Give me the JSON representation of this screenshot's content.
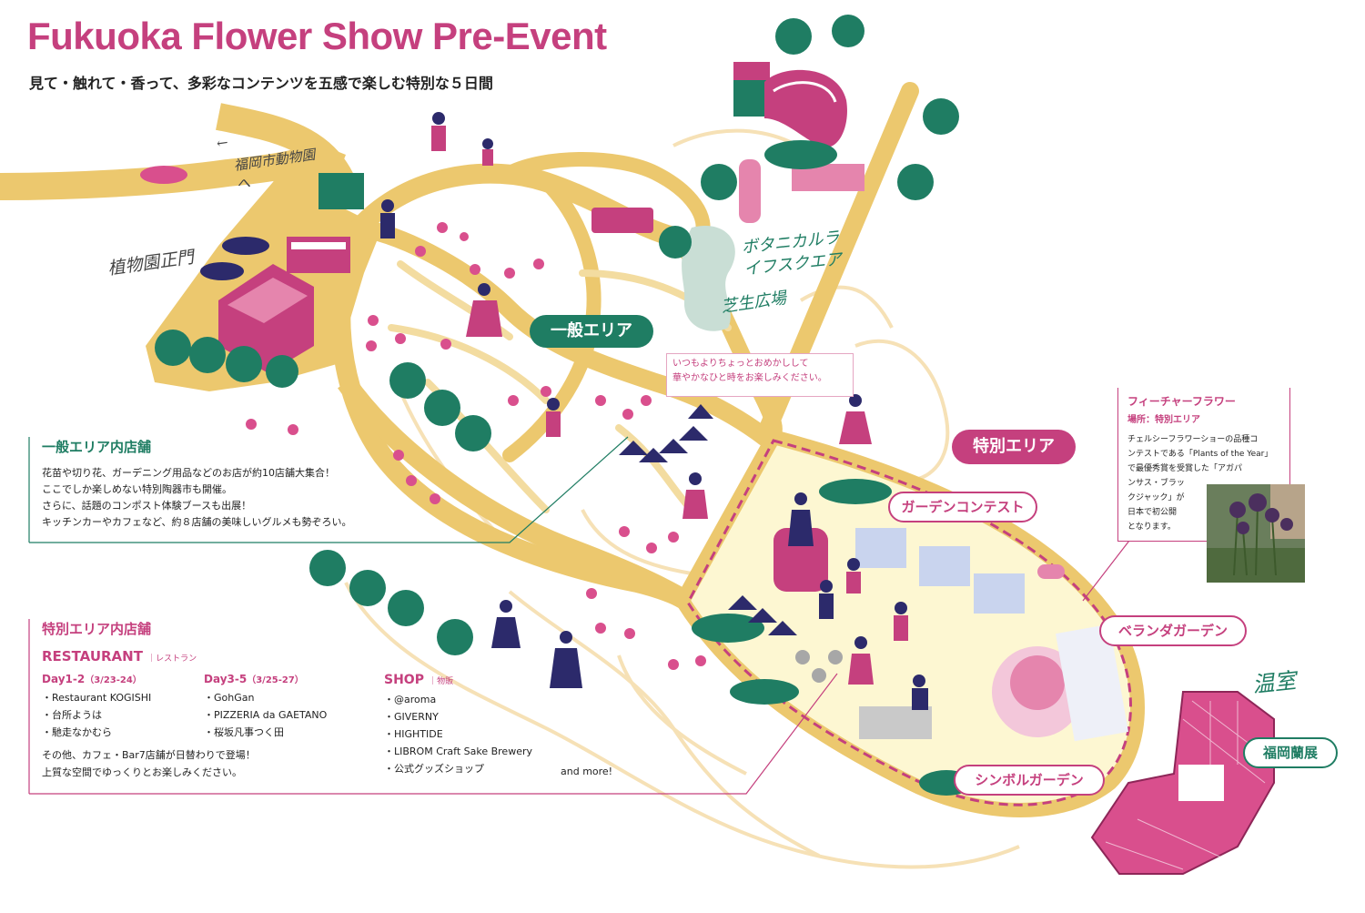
{
  "header": {
    "title": "Fukuoka Flower Show Pre-Event",
    "subtitle": "見て・触れて・香って、多彩なコンテンツを五感で楽しむ特別な５日間"
  },
  "map_labels": {
    "zoo_direction": "福岡市動物園へ",
    "main_gate": "植物園正門",
    "botanical_square": "ボタニカルライフスクエア",
    "lawn_plaza": "芝生広場",
    "greenhouse": "温室"
  },
  "areas": {
    "general": "一般エリア",
    "special": "特別エリア",
    "garden_contest": "ガーデンコンテスト",
    "veranda_garden": "ベランダガーデン",
    "symbol_garden": "シンボルガーデン",
    "orchid_show": "福岡蘭展"
  },
  "callout": {
    "line1": "いつもよりちょっとおめかしして",
    "line2": "華やかなひと時をお楽しみください。"
  },
  "general_shops": {
    "title": "一般エリア内店舗",
    "lines": [
      "花苗や切り花、ガーデニング用品などのお店が約10店舗大集合！",
      "ここでしか楽しめない特別陶器市も開催。",
      "さらに、話題のコンポスト体験ブースも出展！",
      "キッチンカーやカフェなど、約８店舗の美味しいグルメも勢ぞろい。"
    ]
  },
  "special_shops": {
    "title": "特別エリア内店舗",
    "restaurant_label": "RESTAURANT",
    "restaurant_sub": "レストラン",
    "day12": {
      "label": "Day1-2",
      "dates": "（3/23-24）",
      "items": [
        "・Restaurant KOGISHI",
        "・台所ようは",
        "・馳走なかむら"
      ]
    },
    "day35": {
      "label": "Day3-5",
      "dates": "（3/25-27）",
      "items": [
        "・GohGan",
        "・PIZZERIA da GAETANO",
        "・桜坂凡事つく田"
      ]
    },
    "note1": "その他、カフェ・Bar7店舗が日替わりで登場！",
    "note2": "上質な空間でゆっくりとお楽しみください。",
    "shop_label": "SHOP",
    "shop_sub": "物販",
    "shop_items": [
      "・@aroma",
      "・GIVERNY",
      "・HIGHTIDE",
      "・LIBROM Craft Sake Brewery",
      "・公式グッズショップ"
    ],
    "and_more": "and more!"
  },
  "feature": {
    "title": "フィーチャーフラワー",
    "location": "場所：特別エリア",
    "lines": [
      "チェルシーフラワーショーの品種コ",
      "ンテストである「Plants of the Year」",
      "で最優秀賞を受賞した「アガパ",
      "ンサス・ブラッ",
      "クジャック」が",
      "日本で初公開",
      "となります。"
    ]
  },
  "colors": {
    "path": "#ecc86e",
    "path_light": "#f6e1b6",
    "pink": "#c5407e",
    "green": "#1f7d63",
    "cream": "#fdf7d2",
    "purple": "#2c2a6b"
  }
}
